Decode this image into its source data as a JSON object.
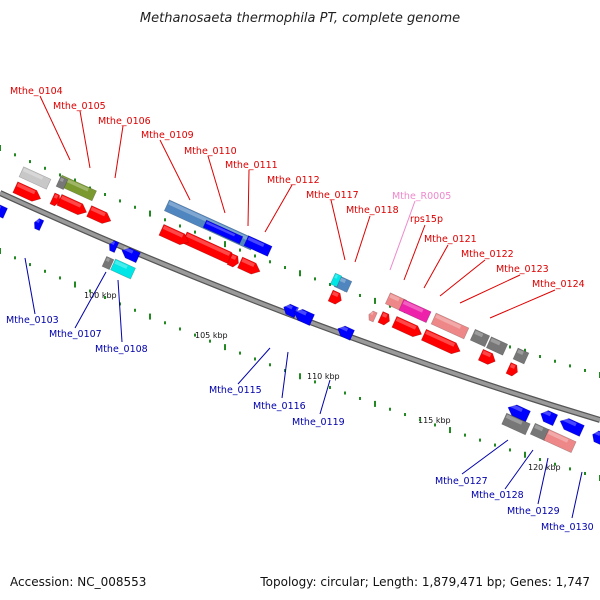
{
  "title": "Methanosaeta thermophila PT, complete genome",
  "footer": {
    "accession": "Accession: NC_008553",
    "topology": "Topology: circular; Length: 1,879,471 bp; Genes: 1,747"
  },
  "colors": {
    "red_strand_label": "#dd0000",
    "blue_strand_label": "#0000aa",
    "rna_label": "#ee88cc",
    "backbone": "#888888",
    "tick": "#228822",
    "gene_red": "#ff0000",
    "gene_blue": "#0000ff",
    "gene_cyan": "#00e5e5",
    "gene_gray": "#777777",
    "gene_lightgray": "#c8c8c8",
    "gene_olive": "#7a9a30",
    "gene_steelblue": "#4f86bf",
    "gene_pink": "#ee8888",
    "gene_magenta": "#ee22aa"
  },
  "kbp_labels": [
    "100 kbp",
    "105 kbp",
    "110 kbp",
    "115 kbp",
    "120 kbp"
  ],
  "top_labels": [
    "Mthe_0104",
    "Mthe_0105",
    "Mthe_0106",
    "Mthe_0109",
    "Mthe_0110",
    "Mthe_0111",
    "Mthe_0112",
    "Mthe_0117",
    "Mthe_0118",
    "Mthe_R0005",
    "rps15p",
    "Mthe_0121",
    "Mthe_0122",
    "Mthe_0123",
    "Mthe_0124"
  ],
  "bottom_labels": [
    "Mthe_0103",
    "Mthe_0107",
    "Mthe_0108",
    "Mthe_0115",
    "Mthe_0116",
    "Mthe_0119",
    "Mthe_0127",
    "Mthe_0128",
    "Mthe_0129",
    "Mthe_0130"
  ]
}
